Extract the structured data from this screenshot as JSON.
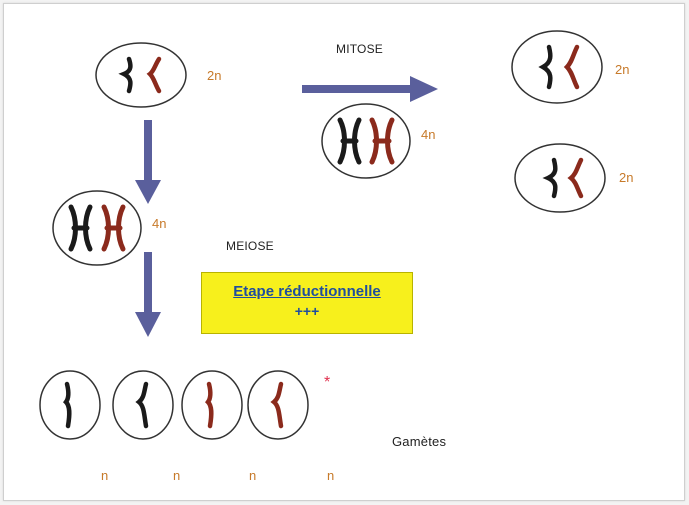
{
  "labels": {
    "mitose": "MITOSE",
    "meiose": "MEIOSE",
    "gametes": "Gamètes",
    "cell_top_left_ploidy": "2n",
    "cell_mitose_ploidy": "4n",
    "cell_meiose_ploidy": "4n",
    "cell_right_top_ploidy": "2n",
    "cell_right_bottom_ploidy": "2n",
    "gamete_ploidy": [
      "n",
      "n",
      "n",
      "n"
    ]
  },
  "box": {
    "title": "Etape réductionnelle",
    "subtitle": "+++"
  },
  "marker": "*",
  "colors": {
    "arrow": "#5a5f9c",
    "chromosome_black": "#1a1a1a",
    "chromosome_red": "#8b2a1c",
    "ploidy_text": "#c77a2a",
    "box_fill": "#f7f01c",
    "box_text": "#1f4e9e",
    "marker": "#e0314f"
  }
}
